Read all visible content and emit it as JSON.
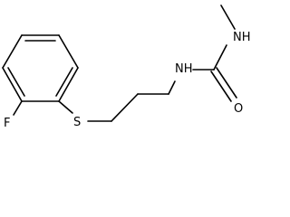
{
  "molecule": {
    "atoms": {
      "F": "F",
      "S": "S",
      "NH_left": "NH",
      "NH_right": "NH",
      "O": "O"
    }
  },
  "colors": {
    "bond": "#000000",
    "background": "#ffffff"
  }
}
